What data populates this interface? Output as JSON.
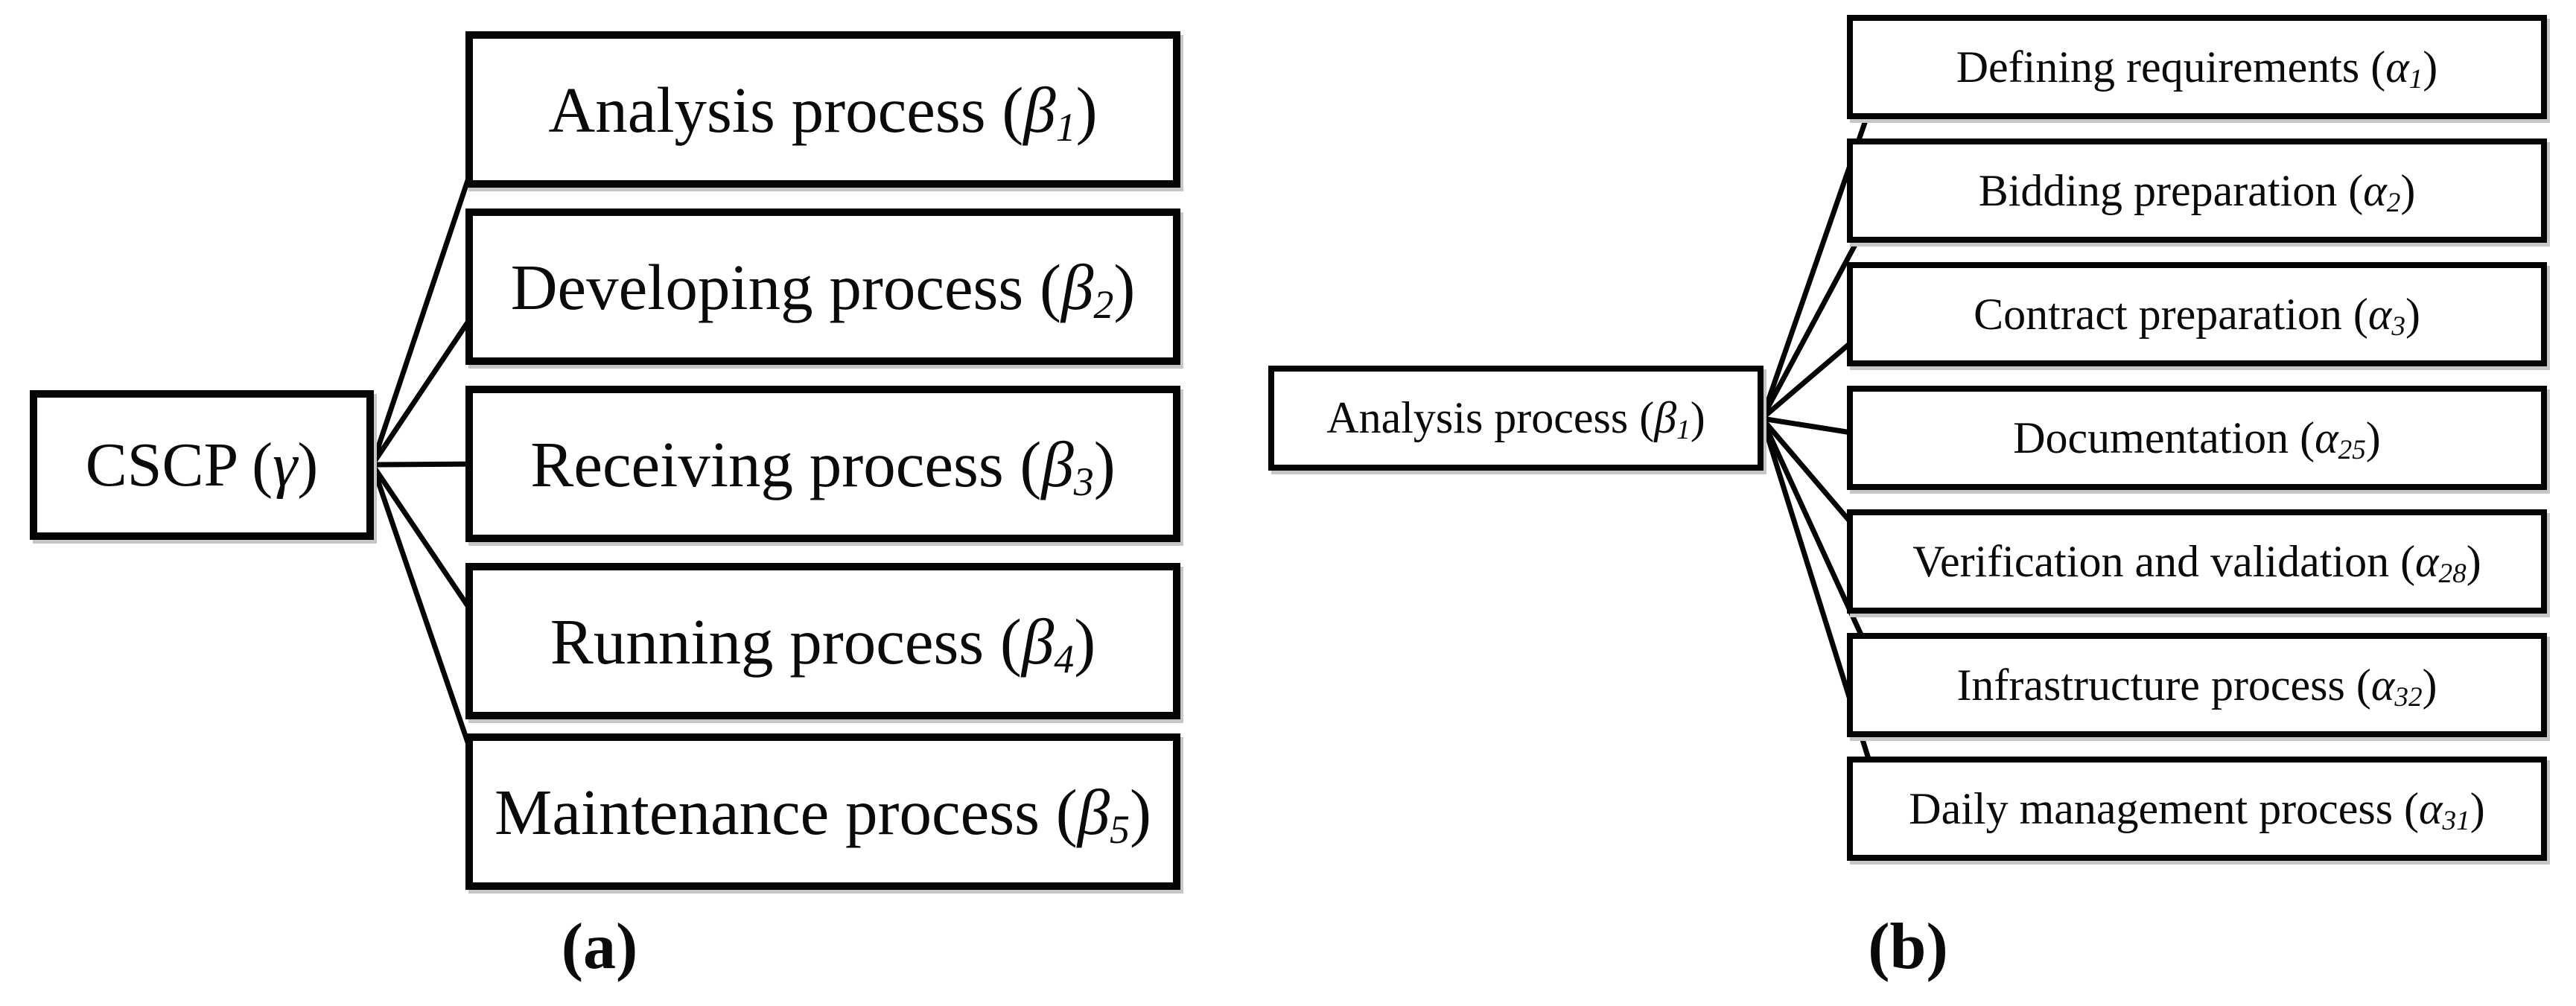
{
  "figure_background": "#ffffff",
  "ink_color": "#050505",
  "panels": {
    "a": {
      "caption": "(a)",
      "root": {
        "prefix": "CSCP (",
        "symbol": "γ",
        "sub": "",
        "suffix": ")"
      },
      "children": [
        {
          "prefix": "Analysis process (",
          "symbol": "β",
          "sub": "1",
          "suffix": ")"
        },
        {
          "prefix": "Developing process (",
          "symbol": "β",
          "sub": "2",
          "suffix": ")"
        },
        {
          "prefix": "Receiving process (",
          "symbol": "β",
          "sub": "3",
          "suffix": ")"
        },
        {
          "prefix": "Running process (",
          "symbol": "β",
          "sub": "4",
          "suffix": ")"
        },
        {
          "prefix": "Maintenance process (",
          "symbol": "β",
          "sub": "5",
          "suffix": ")"
        }
      ]
    },
    "b": {
      "caption": "(b)",
      "root": {
        "prefix": "Analysis process (",
        "symbol": "β",
        "sub": "1",
        "suffix": ")"
      },
      "children": [
        {
          "prefix": "Defining requirements (",
          "symbol": "α",
          "sub": "1",
          "suffix": ")"
        },
        {
          "prefix": "Bidding preparation (",
          "symbol": "α",
          "sub": "2",
          "suffix": ")"
        },
        {
          "prefix": "Contract preparation (",
          "symbol": "α",
          "sub": "3",
          "suffix": ")"
        },
        {
          "prefix": "Documentation (",
          "symbol": "α",
          "sub": "25",
          "suffix": ")"
        },
        {
          "prefix": "Verification and validation (",
          "symbol": "α",
          "sub": "28",
          "suffix": ")"
        },
        {
          "prefix": "Infrastructure process (",
          "symbol": "α",
          "sub": "32",
          "suffix": ")"
        },
        {
          "prefix": "Daily management process (",
          "symbol": "α",
          "sub": "31",
          "suffix": ")"
        }
      ]
    }
  }
}
